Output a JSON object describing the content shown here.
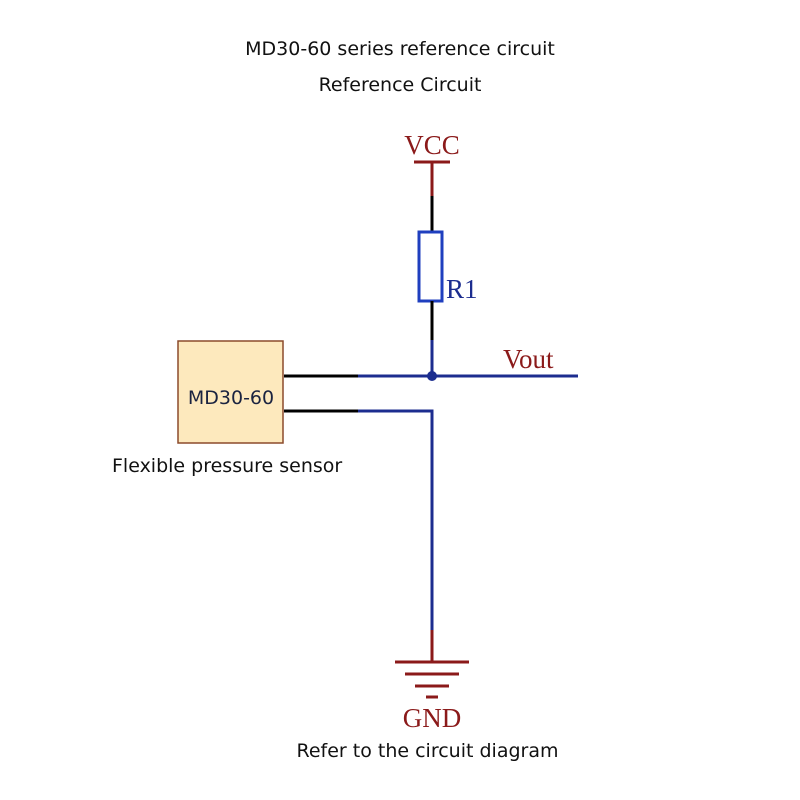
{
  "title": "MD30-60 series reference circuit",
  "subtitle": "Reference Circuit",
  "footer": "Refer to the circuit diagram",
  "components": {
    "supply": "VCC",
    "resistor": "R1",
    "output": "Vout",
    "sensor": "MD30-60",
    "sensor_caption": "Flexible pressure sensor",
    "ground": "GND"
  },
  "colors": {
    "wire": "#1c2d8f",
    "terminal": "#8b1a1a",
    "lead": "#000000",
    "resistor": "#1f3fbf",
    "sensor_fill": "#fde9bd",
    "sensor_border": "#8b4a2b"
  }
}
